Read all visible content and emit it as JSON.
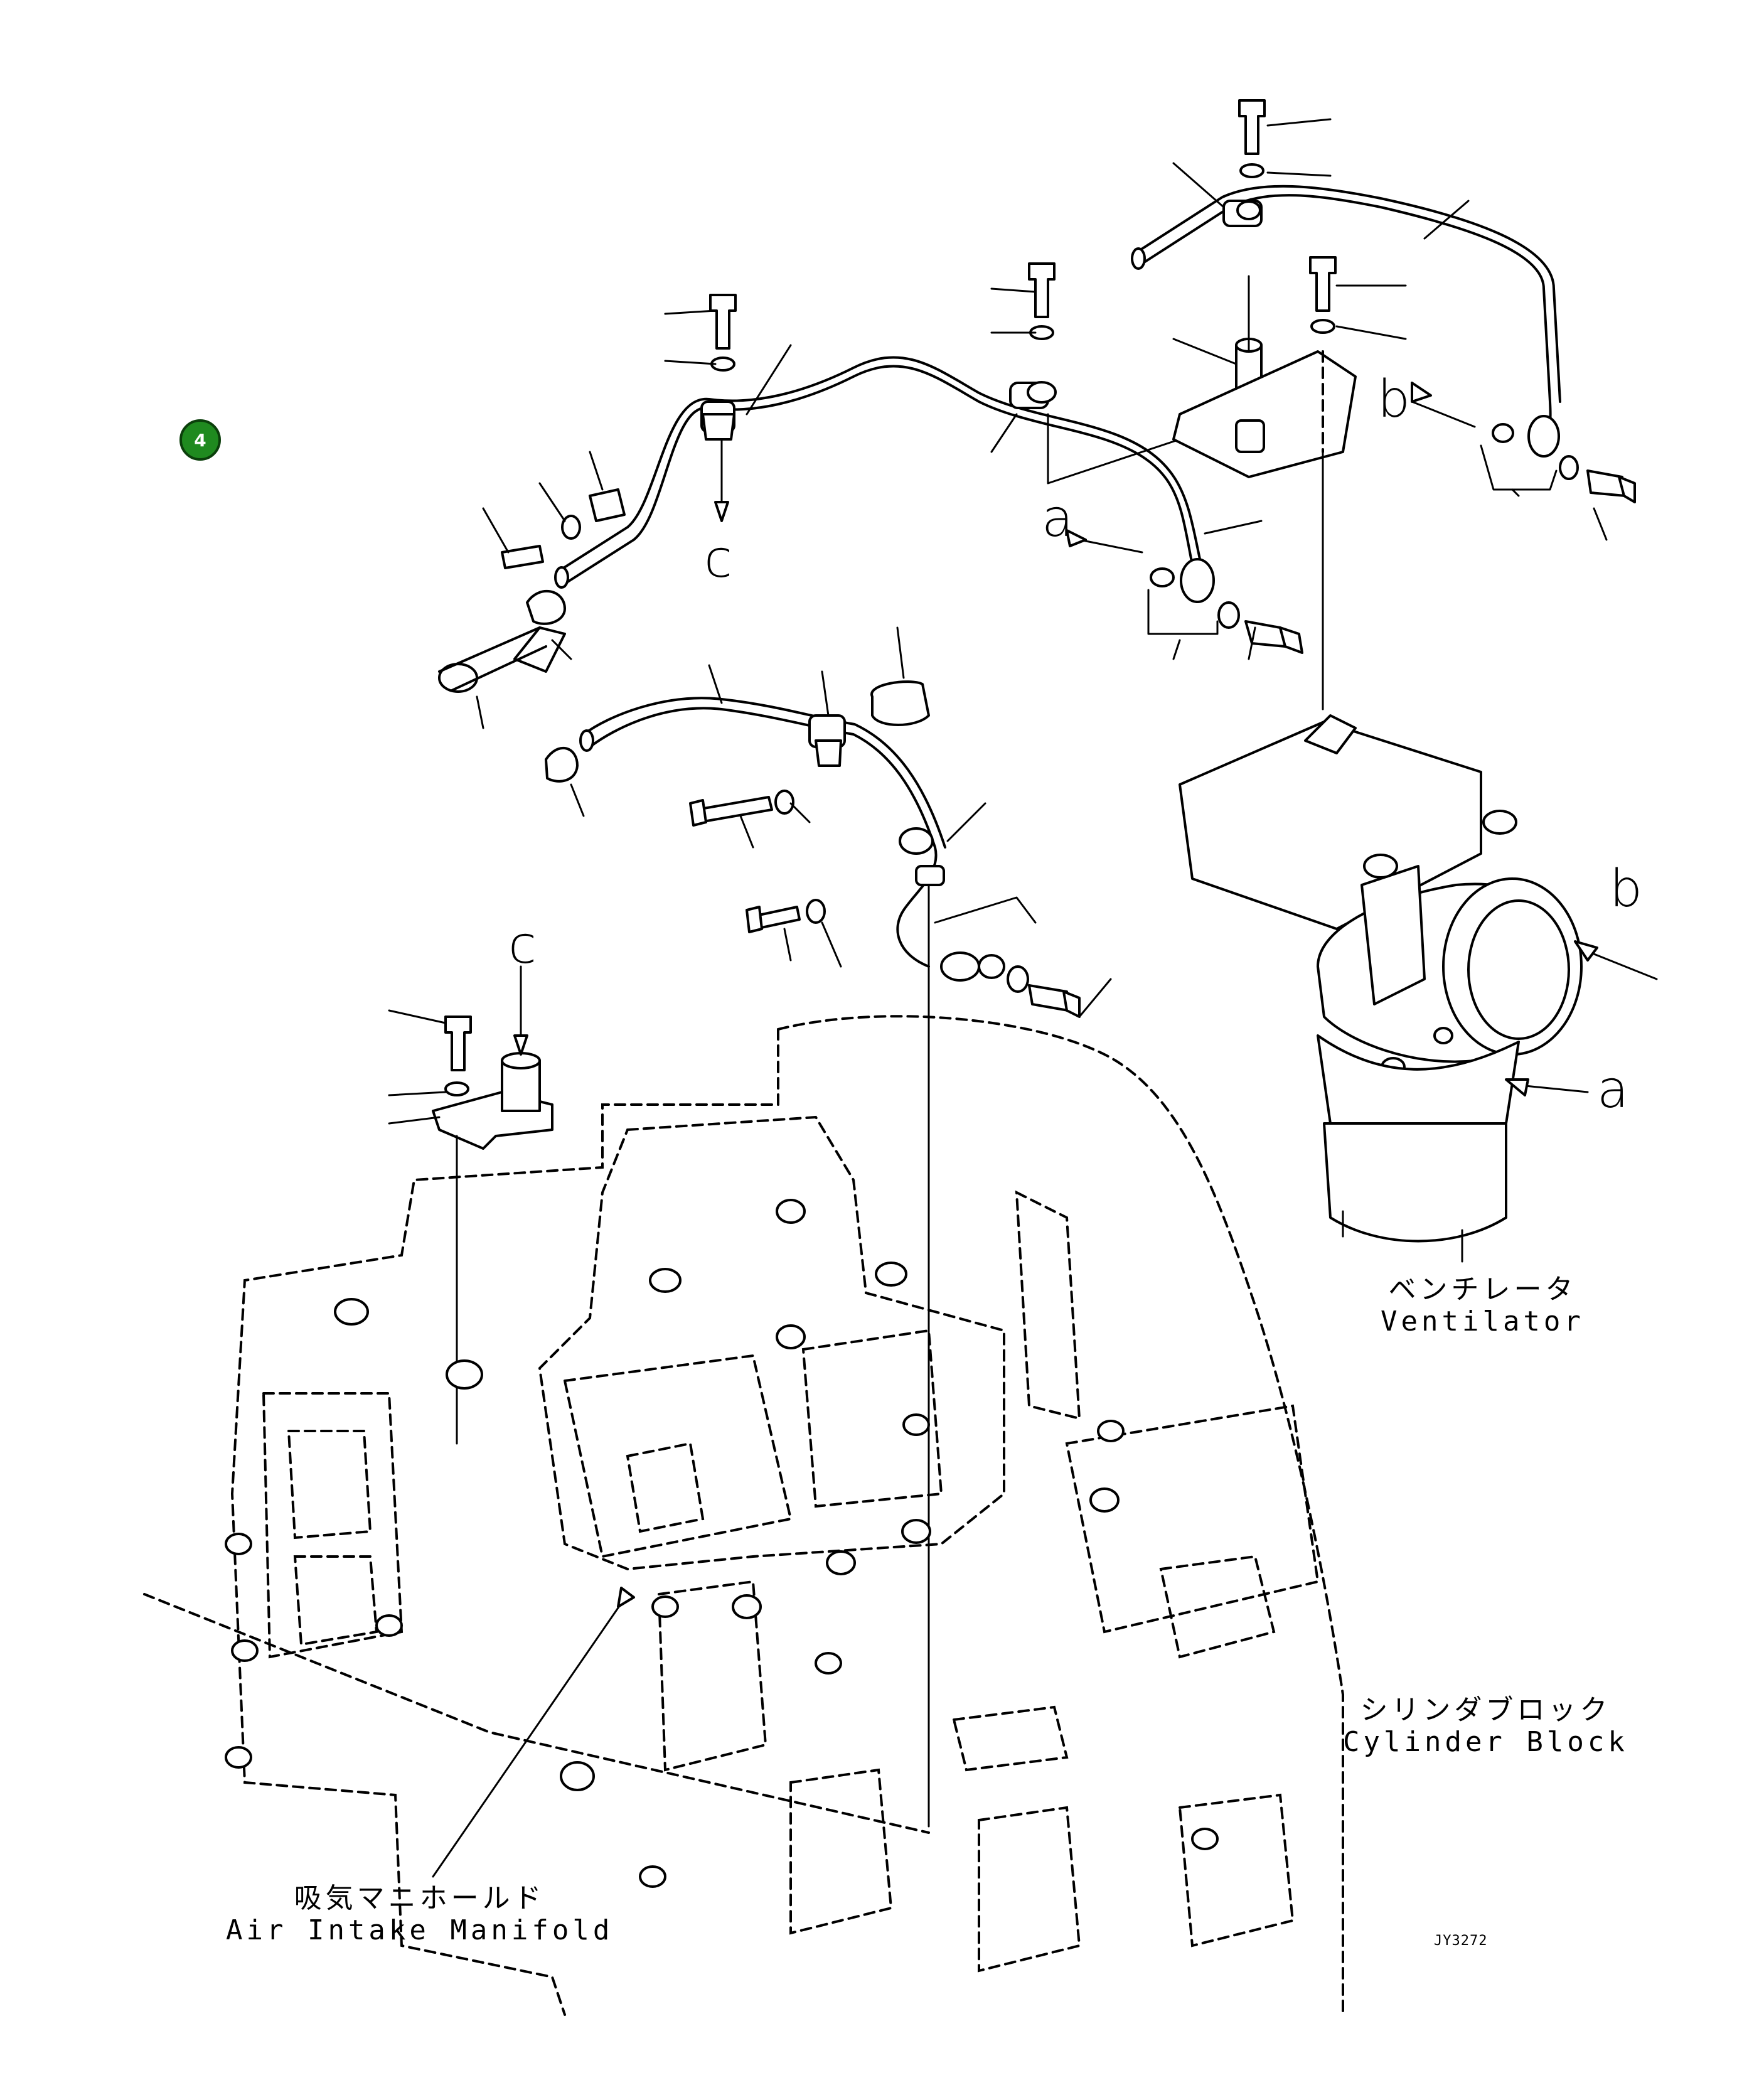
{
  "badge": {
    "number": "4",
    "color": "#1f8a1f"
  },
  "labels": {
    "ref_a_upper": "a",
    "ref_a_ventilator": "a",
    "ref_b_upper": "b",
    "ref_b_ventilator": "b",
    "ref_c_upper": "c",
    "ref_c_lower": "c"
  },
  "captions": {
    "ventilator": {
      "japanese": "ベンチレータ",
      "english": "Ventilator"
    },
    "cylinder_block": {
      "japanese": "シリンダブロック",
      "english": "Cylinder Block"
    },
    "air_intake_manifold": {
      "japanese": "吸気マニホールド",
      "english": "Air Intake Manifold"
    }
  },
  "drawing_code": "JY3272"
}
